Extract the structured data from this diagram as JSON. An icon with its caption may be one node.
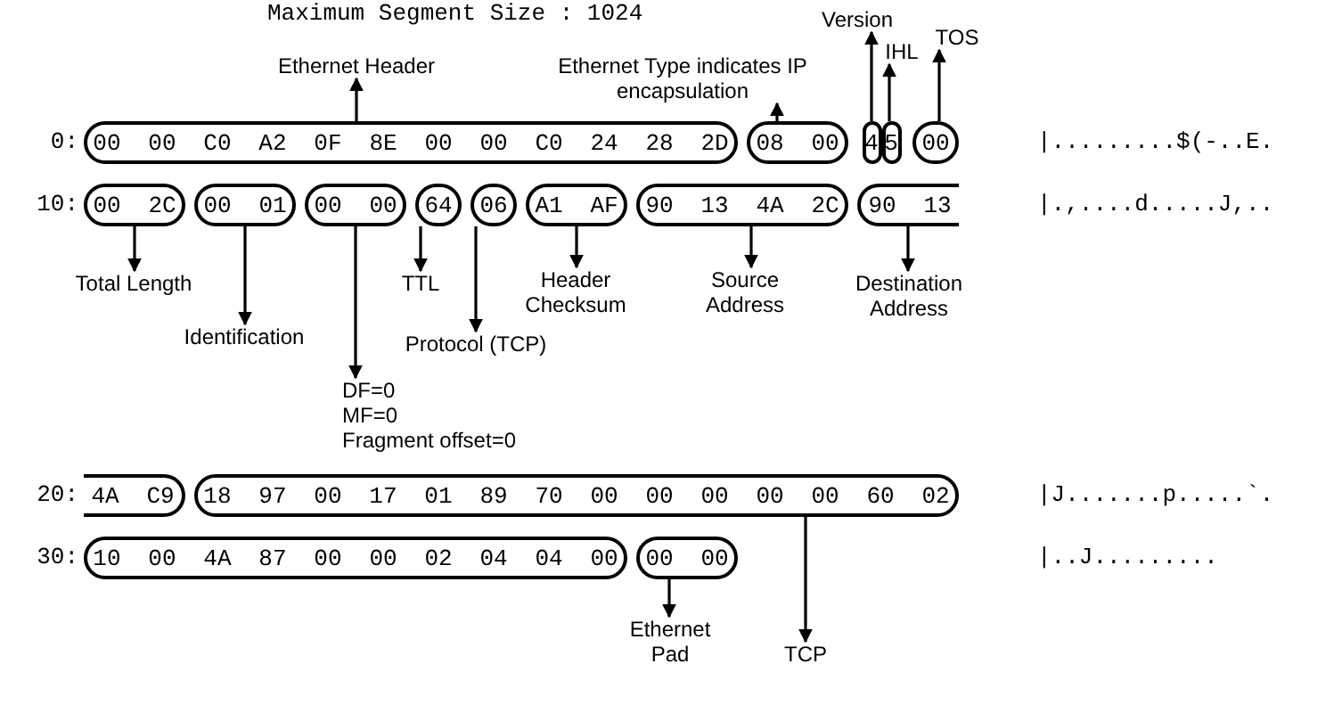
{
  "diagram": {
    "nodes": [
      {
        "text": [
          "00 00 C0 A2 0F 8E 00 00 C0 24 28 2D"
        ]
      },
      {
        "text": [
          "08 00"
        ]
      },
      {
        "text": [
          "4"
        ]
      },
      {
        "text": [
          "5"
        ]
      },
      {
        "text": [
          "00"
        ]
      },
      {
        "text": [
          "00 2C"
        ]
      },
      {
        "text": [
          "00 01"
        ]
      },
      {
        "text": [
          "00 00"
        ]
      },
      {
        "text": [
          "64"
        ]
      },
      {
        "text": [
          "06"
        ]
      },
      {
        "text": [
          "A1 AF"
        ]
      },
      {
        "text": [
          "90 13 4A 2C"
        ]
      },
      {
        "text": [
          "90 13"
        ]
      },
      {
        "text": [
          "4A C9"
        ]
      },
      {
        "text": [
          "18 97 00 17 01 89 70 00 00 00 00 00 60 02"
        ]
      },
      {
        "text": [
          "10 00 4A 87 00 00 02 04 04 00"
        ]
      },
      {
        "text": [
          "00 00"
        ]
      },
      {
        "text": [
          "Ethernet Header"
        ]
      },
      {
        "text": [
          "Ethernet Type indicates IP encapsulation"
        ]
      },
      {
        "text": [
          "Version"
        ]
      },
      {
        "text": [
          "IHL"
        ]
      },
      {
        "text": [
          "TOS"
        ]
      },
      {
        "text": [
          "Total Length"
        ]
      },
      {
        "text": [
          "Identification"
        ]
      },
      {
        "text": [
          "DF=0",
          "MF=0",
          "Fragment offset=0"
        ]
      },
      {
        "text": [
          "TTL"
        ]
      },
      {
        "text": [
          "Protocol (TCP)"
        ]
      },
      {
        "text": [
          "Header Checksum"
        ]
      },
      {
        "text": [
          "Destination Address"
        ]
      },
      {
        "text": [
          "Source Address"
        ]
      },
      {
        "text": [
          "Ethernet Pad"
        ]
      },
      {
        "text": [
          "TCP"
        ]
      }
    ],
    "edges": [
      {
        "from": 0,
        "to": 17,
        "arrow": "to"
      },
      {
        "from": 1,
        "to": 18,
        "arrow": "to"
      },
      {
        "from": 2,
        "to": 19,
        "arrow": "to"
      },
      {
        "from": 3,
        "to": 20,
        "arrow": "to"
      },
      {
        "from": 4,
        "to": 21,
        "arrow": "to"
      },
      {
        "from": 5,
        "to": 22,
        "arrow": "to"
      },
      {
        "from": 6,
        "to": 23,
        "arrow": "to"
      },
      {
        "from": 7,
        "to": 24,
        "arrow": "to"
      },
      {
        "from": 8,
        "to": 25,
        "arrow": "to"
      },
      {
        "from": 9,
        "to": 26,
        "arrow": "to"
      },
      {
        "from": 10,
        "to": 27,
        "arrow": "to"
      },
      {
        "from": 12,
        "to": 28,
        "arrow": "to"
      },
      {
        "from": 11,
        "to": 29,
        "arrow": "to"
      },
      {
        "from": 16,
        "to": 30,
        "arrow": "to"
      },
      {
        "from": 14,
        "to": 31,
        "arrow": "to"
      }
    ],
    "labels": [
      "Maximum Segment Size : 1024",
      "0:",
      "10:",
      "20:",
      "30:",
      "|.........$(-..E.",
      "|.,....d.....J,..",
      "|J.......p.....`.",
      "|..J........."
    ]
  }
}
